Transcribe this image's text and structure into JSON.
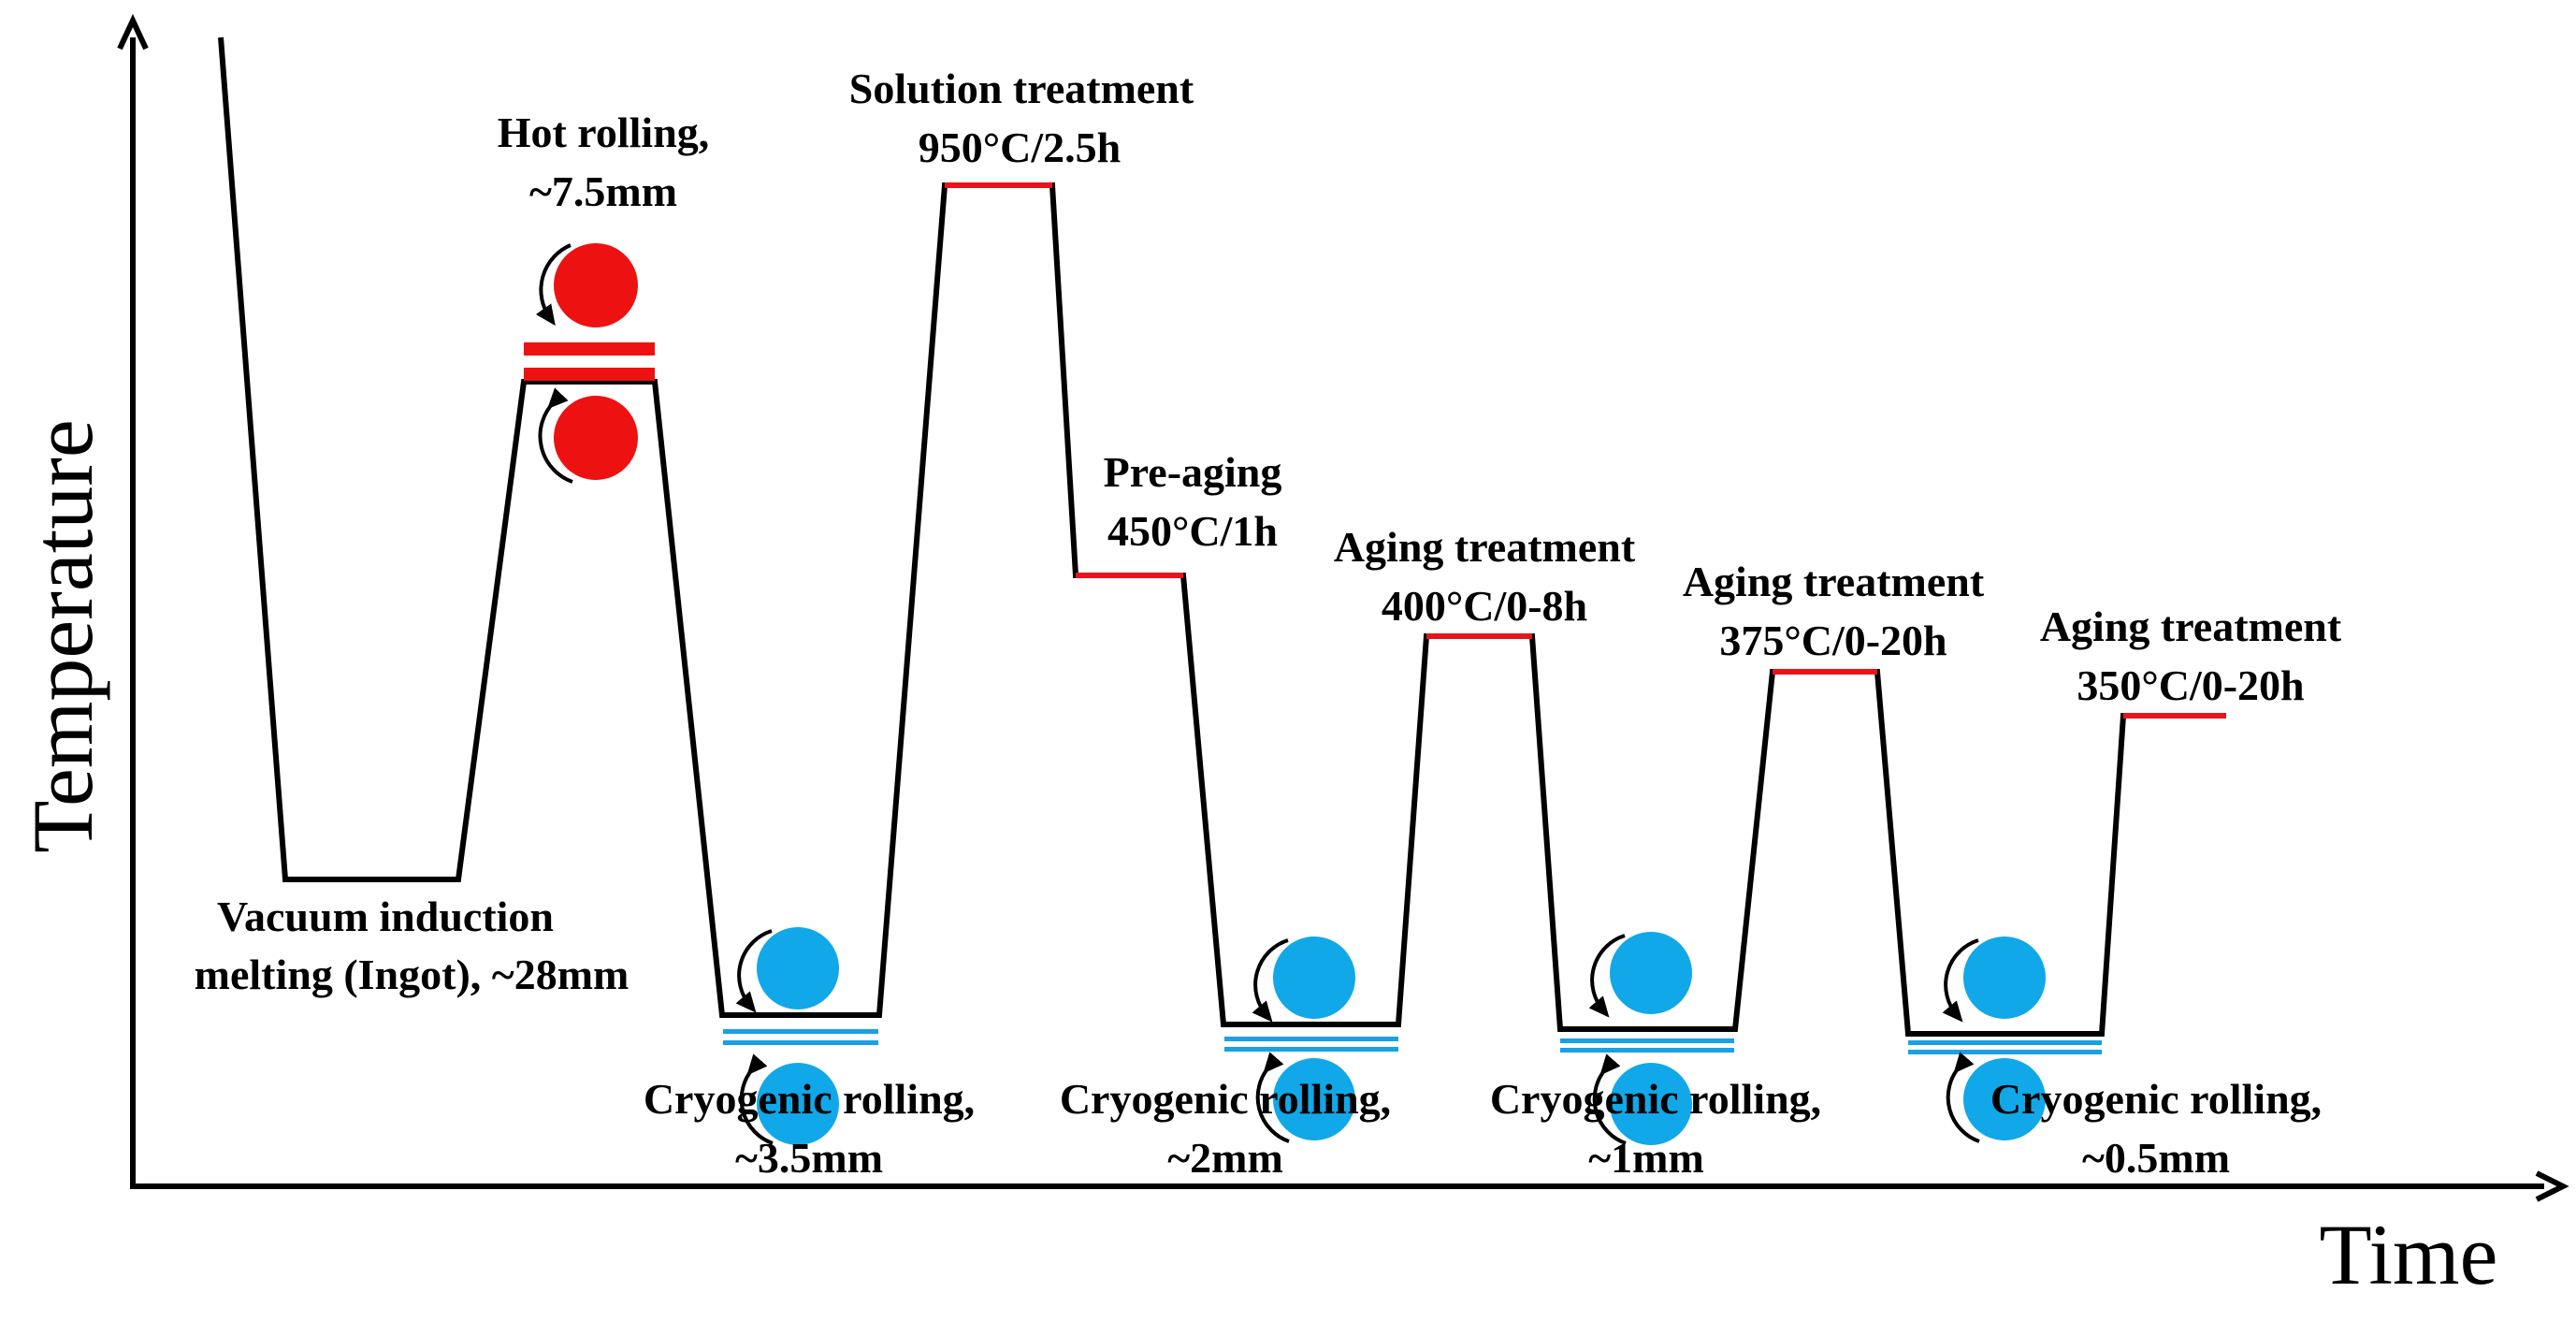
{
  "axes": {
    "x_label": "Time",
    "y_label": "Temperature"
  },
  "colors": {
    "line": "#000000",
    "hold_segment": "#e8141b",
    "hot_roll": "#ee1111",
    "cryo_roll": "#10a8e8",
    "cryo_sheet": "#1aa0e4"
  },
  "labels": {
    "vacuum_melting_line1": "Vacuum induction",
    "vacuum_melting_line2": "melting (Ingot), ~28mm",
    "hot_rolling_line1": "Hot rolling,",
    "hot_rolling_line2": "~7.5mm",
    "solution_line1": "Solution treatment",
    "solution_line2": "950°C/2.5h",
    "preaging_line1": "Pre-aging",
    "preaging_line2": "450°C/1h",
    "aging1_line1": "Aging treatment",
    "aging1_line2": "400°C/0-8h",
    "aging2_line1": "Aging treatment",
    "aging2_line2": "375°C/0-20h",
    "aging3_line1": "Aging treatment",
    "aging3_line2": "350°C/0-20h",
    "cryo1_line1": "Cryogenic rolling,",
    "cryo1_line2": "~3.5mm",
    "cryo2_line1": "Cryogenic rolling,",
    "cryo2_line2": "~2mm",
    "cryo3_line1": "Cryogenic rolling,",
    "cryo3_line2": "~1mm",
    "cryo4_line1": "Cryogenic rolling,",
    "cryo4_line2": "~0.5mm"
  }
}
